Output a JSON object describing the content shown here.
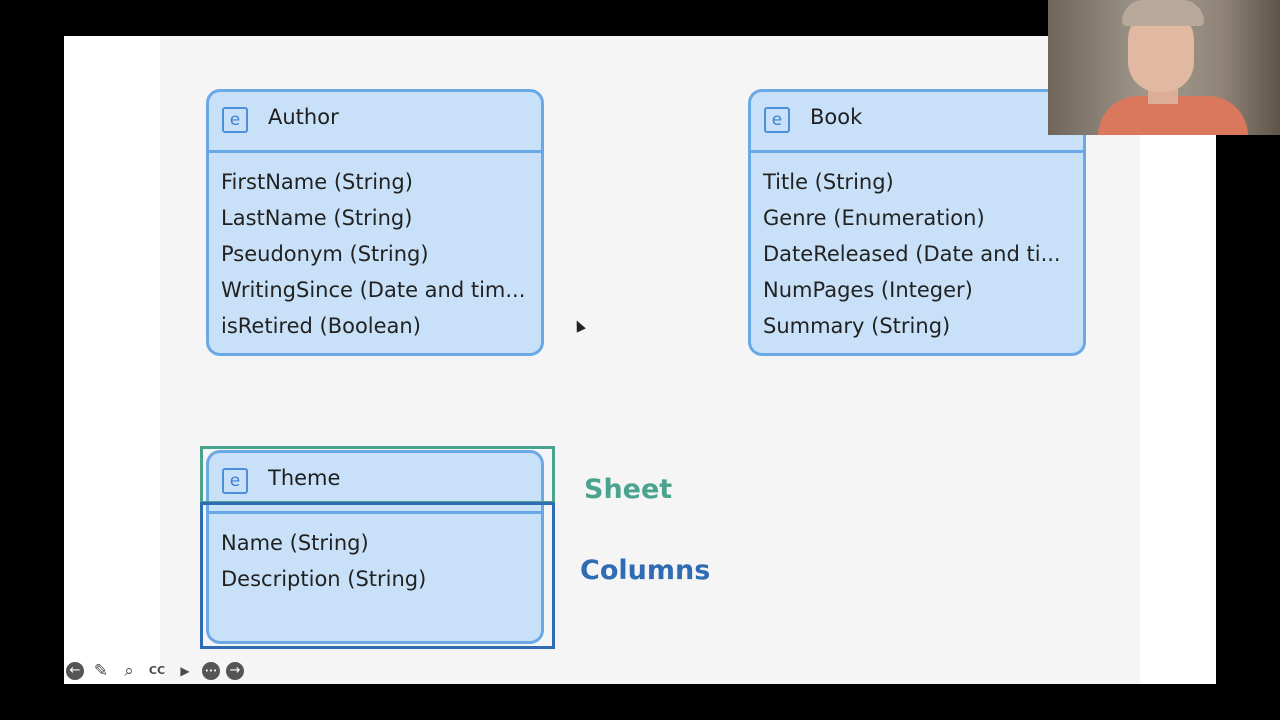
{
  "entities": [
    {
      "name": "Author",
      "attributes": [
        "FirstName (String)",
        "LastName (String)",
        "Pseudonym (String)",
        "WritingSince (Date and tim...",
        "isRetired (Boolean)"
      ]
    },
    {
      "name": "Book",
      "attributes": [
        "Title (String)",
        "Genre (Enumeration)",
        "DateReleased (Date and ti...",
        "NumPages (Integer)",
        "Summary (String)"
      ]
    },
    {
      "name": "Theme",
      "attributes": [
        "Name (String)",
        "Description (String)"
      ]
    }
  ],
  "entity_badge": "e",
  "labels": {
    "sheet": "Sheet",
    "columns": "Columns"
  },
  "colors": {
    "entity_fill": "#c9e1f8",
    "entity_border": "#6aa9e6",
    "sheet": "#4aa38e",
    "columns": "#2f6cb3"
  },
  "controls": [
    {
      "icon": "arrow-left-icon",
      "glyph": "←"
    },
    {
      "icon": "pencil-icon",
      "glyph": "✎"
    },
    {
      "icon": "magnifier-icon",
      "glyph": "⌕"
    },
    {
      "icon": "closed-captions-icon",
      "glyph": "CC"
    },
    {
      "icon": "camera-off-icon",
      "glyph": "▶"
    },
    {
      "icon": "more-icon",
      "glyph": "•••"
    },
    {
      "icon": "arrow-right-icon",
      "glyph": "→"
    }
  ]
}
